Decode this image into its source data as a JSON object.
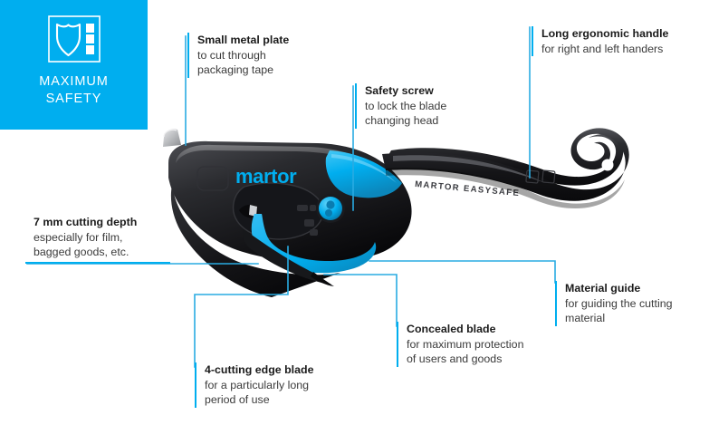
{
  "badge": {
    "icon": "shield-safety-icon",
    "line1": "MAXIMUM",
    "line2": "SAFETY",
    "background": "#00AEEF",
    "text_color": "#FFFFFF"
  },
  "accent_color": "#00AEEF",
  "product": {
    "brand_logo": "martor",
    "embossed_text": "MARTOR EASYSAFE",
    "body_color": "#1c1c1e",
    "accent_color": "#00AEEF"
  },
  "callouts": [
    {
      "id": "small-metal-plate",
      "title": "Small metal plate",
      "lines": [
        "to cut through",
        "packaging tape"
      ]
    },
    {
      "id": "safety-screw",
      "title": "Safety screw",
      "lines": [
        "to lock the blade",
        "changing head"
      ]
    },
    {
      "id": "long-ergonomic-handle",
      "title": "Long ergonomic handle",
      "lines": [
        "for right and left handers"
      ]
    },
    {
      "id": "cutting-depth",
      "title": "7 mm cutting depth",
      "lines": [
        "especially for film,",
        "bagged goods, etc."
      ]
    },
    {
      "id": "four-cutting-edge-blade",
      "title": "4-cutting edge blade",
      "lines": [
        "for a particularly long",
        "period of use"
      ]
    },
    {
      "id": "concealed-blade",
      "title": "Concealed blade",
      "lines": [
        "for maximum protection",
        "of users and goods"
      ]
    },
    {
      "id": "material-guide",
      "title": "Material guide",
      "lines": [
        "for guiding the cutting",
        "material"
      ]
    }
  ]
}
